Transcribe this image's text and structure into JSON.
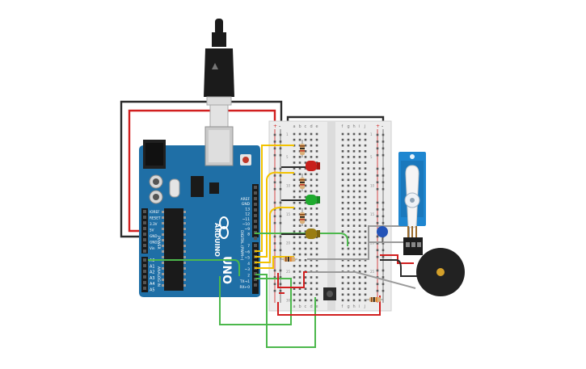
{
  "arduino": {
    "brand": "ARDUINO",
    "model": "UNO",
    "header_power": "POWER",
    "header_analog": "ANALOG IN",
    "header_digital": "DIGITAL (PWM~)",
    "left_pins": [
      "IOREF",
      "RESET",
      "3.3V",
      "5V",
      "GND",
      "GND",
      "Vin"
    ],
    "analog_pins": [
      "A0",
      "A1",
      "A2",
      "A3",
      "A4",
      "A5"
    ],
    "top_pins": [
      "AREF",
      "GND",
      "13",
      "12",
      "~11",
      "~10",
      "~9",
      "8"
    ],
    "bottom_pins": [
      "7",
      "~6",
      "~5",
      "4",
      "~3",
      "2",
      "TX→1",
      "RX←0"
    ]
  },
  "breadboard": {
    "cols_left": [
      "a",
      "b",
      "c",
      "d",
      "e"
    ],
    "cols_right": [
      "f",
      "g",
      "h",
      "i",
      "j"
    ],
    "rail_plus": "+",
    "rail_minus": "-",
    "row_numbers": [
      "1",
      "5",
      "10",
      "15",
      "20",
      "25",
      "30"
    ]
  },
  "components": {
    "led_colors": {
      "red": "#c8201c",
      "green": "#1faa2e",
      "yellow": "#9a7d12"
    },
    "wire_colors": {
      "red": "#d11f1f",
      "black": "#2b2b2b",
      "yellow": "#f2c200",
      "green": "#4cb84c",
      "gray": "#9a9a9a"
    },
    "board_color": "#1f6fa6",
    "servo_color": "#1e86d0",
    "buzzer_color": "#222222"
  }
}
